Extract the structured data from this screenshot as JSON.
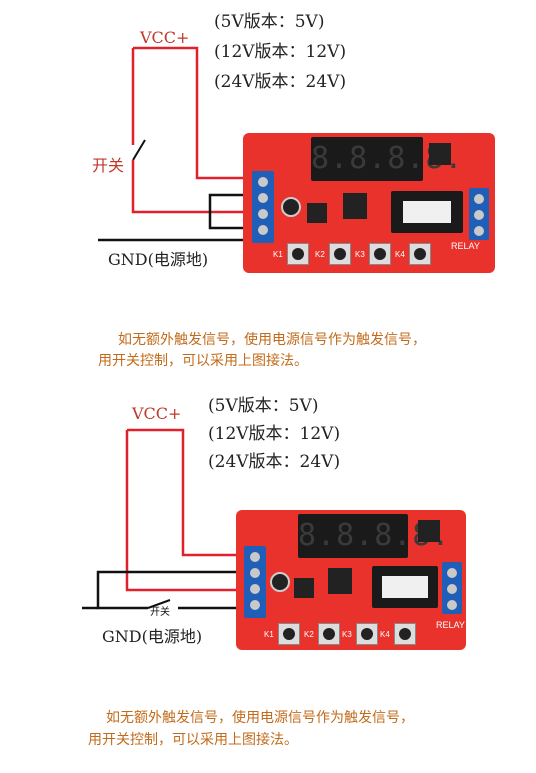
{
  "diagram1": {
    "vcc_label": "VCC+",
    "version_lines": [
      "(5V版本：5V)",
      "(12V版本：12V)",
      "(24V版本：24V)"
    ],
    "switch_label": "开关",
    "gnd_label": "GND(电源地)",
    "key_labels": [
      "K1",
      "K2",
      "K3",
      "K4"
    ],
    "relay_label": "RELAY",
    "display_text": "8.8.8.8.",
    "caption_line1": "如无额外触发信号，使用电源信号作为触发信号，",
    "caption_line2": "用开关控制，可以采用上图接法。"
  },
  "diagram2": {
    "vcc_label": "VCC+",
    "version_lines": [
      "(5V版本：5V)",
      "(12V版本：12V)",
      "(24V版本：24V)"
    ],
    "switch_label": "开关",
    "gnd_label": "GND(电源地)",
    "key_labels": [
      "K1",
      "K2",
      "K3",
      "K4"
    ],
    "relay_label": "RELAY",
    "display_text": "8.8.8.8.",
    "caption_line1": "如无额外触发信号，使用电源信号作为触发信号，",
    "caption_line2": "用开关控制，可以采用上图接法。"
  },
  "colors": {
    "board": "#e8322b",
    "wire_red": "#e0202a",
    "wire_black": "#111111",
    "terminal_blue": "#1f5fb8",
    "display": "#1a1a1a",
    "caption": "#c26b1a"
  }
}
